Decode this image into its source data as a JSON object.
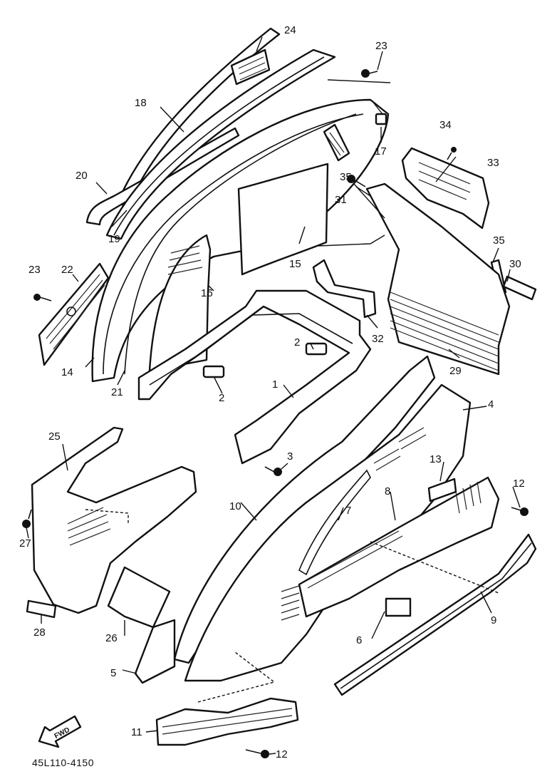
{
  "drawing_code": "45L110-4150",
  "fwd_label": "FWD",
  "callouts": [
    {
      "id": "c1",
      "label": "1"
    },
    {
      "id": "c2a",
      "label": "2"
    },
    {
      "id": "c2b",
      "label": "2"
    },
    {
      "id": "c3",
      "label": "3"
    },
    {
      "id": "c4",
      "label": "4"
    },
    {
      "id": "c5",
      "label": "5"
    },
    {
      "id": "c6",
      "label": "6"
    },
    {
      "id": "c7",
      "label": "7"
    },
    {
      "id": "c8",
      "label": "8"
    },
    {
      "id": "c9",
      "label": "9"
    },
    {
      "id": "c10",
      "label": "10"
    },
    {
      "id": "c11",
      "label": "11"
    },
    {
      "id": "c12a",
      "label": "12"
    },
    {
      "id": "c12b",
      "label": "12"
    },
    {
      "id": "c13",
      "label": "13"
    },
    {
      "id": "c14",
      "label": "14"
    },
    {
      "id": "c15",
      "label": "15"
    },
    {
      "id": "c16",
      "label": "16"
    },
    {
      "id": "c17",
      "label": "17"
    },
    {
      "id": "c18",
      "label": "18"
    },
    {
      "id": "c19",
      "label": "19"
    },
    {
      "id": "c20",
      "label": "20"
    },
    {
      "id": "c21",
      "label": "21"
    },
    {
      "id": "c22",
      "label": "22"
    },
    {
      "id": "c23a",
      "label": "23"
    },
    {
      "id": "c23b",
      "label": "23"
    },
    {
      "id": "c24",
      "label": "24"
    },
    {
      "id": "c25",
      "label": "25"
    },
    {
      "id": "c26",
      "label": "26"
    },
    {
      "id": "c27",
      "label": "27"
    },
    {
      "id": "c28",
      "label": "28"
    },
    {
      "id": "c29",
      "label": "29"
    },
    {
      "id": "c30",
      "label": "30"
    },
    {
      "id": "c31",
      "label": "31"
    },
    {
      "id": "c32",
      "label": "32"
    },
    {
      "id": "c33",
      "label": "33"
    },
    {
      "id": "c34",
      "label": "34"
    },
    {
      "id": "c35a",
      "label": "35"
    },
    {
      "id": "c35b",
      "label": "35"
    }
  ]
}
